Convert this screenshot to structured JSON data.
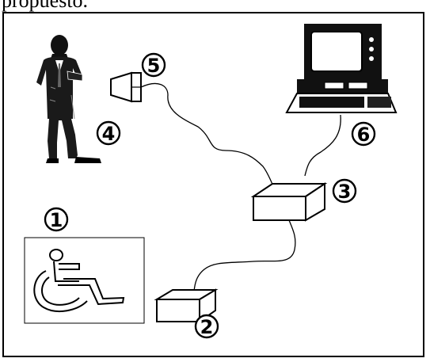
{
  "caption": "propuesto.",
  "labels": {
    "n1": "1",
    "n2": "2",
    "n3": "3",
    "n4": "4",
    "n5": "5",
    "n6": "6"
  },
  "icons": {
    "person": "businessman-icon",
    "accessibility": "wheelchair-icon",
    "speaker": "speaker-icon",
    "computer": "computer-icon",
    "box_small": "device-box-small",
    "box_large": "device-box-large"
  }
}
